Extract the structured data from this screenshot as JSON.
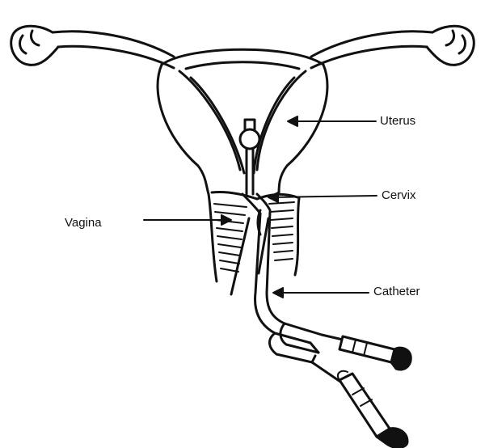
{
  "labels": {
    "uterus": "Uterus",
    "cervix": "Cervix",
    "vagina": "Vagina",
    "catheter": "Catheter"
  },
  "colors": {
    "ink": "#111111",
    "paper": "#ffffff"
  }
}
